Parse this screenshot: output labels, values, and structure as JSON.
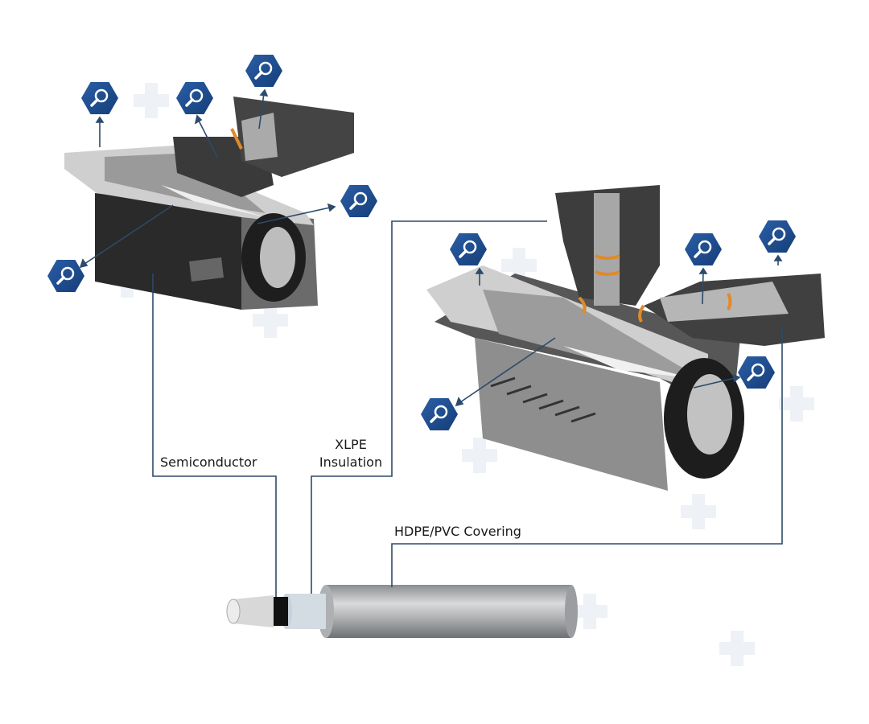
{
  "labels": {
    "semiconductor": "Semiconductor",
    "xlpe_line1": "XLPE",
    "xlpe_line2": "Insulation",
    "covering": "HDPE/PVC Covering"
  },
  "colors": {
    "accent": "#1f4e8f",
    "line": "#2d4a6b",
    "cross": "#eef1f5"
  },
  "icons": [
    "zoom-hexagon-icon"
  ]
}
